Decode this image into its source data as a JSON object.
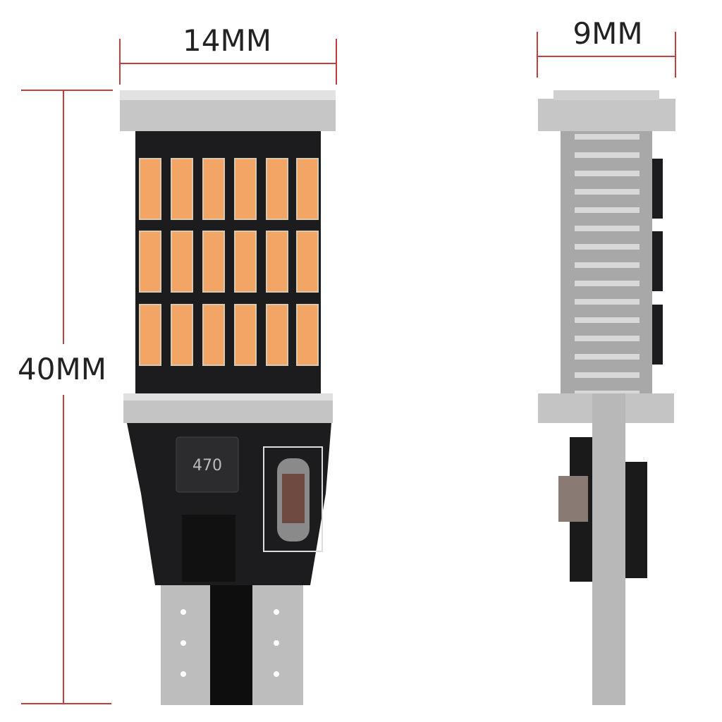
{
  "dimensions": {
    "width_front": "14MM",
    "width_side": "9MM",
    "height": "40MM"
  },
  "inductor_label": "470",
  "colors": {
    "led": "#f2a565",
    "pcb": "#1c1c1e",
    "metal": "#bfbfbf"
  }
}
